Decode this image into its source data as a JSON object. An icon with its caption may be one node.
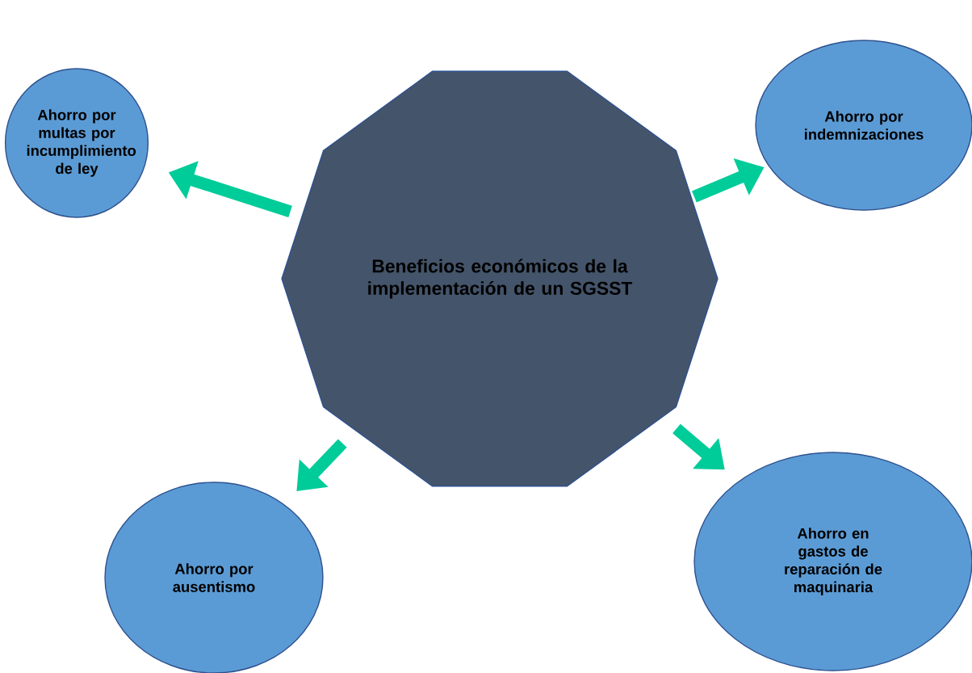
{
  "diagram": {
    "nodes": [
      {
        "text": [
          "Beneficios económicos de la implementación de un SGSST"
        ]
      },
      {
        "text": [
          "Ahorro por multas por incumplimiento de ley"
        ]
      },
      {
        "text": [
          "Ahorro por indemnizaciones"
        ]
      },
      {
        "text": [
          "Ahorro por ausentismo"
        ]
      },
      {
        "text": [
          "Ahorro en gastos de reparación de maquinaria"
        ]
      }
    ],
    "edges": [
      {
        "from": 0,
        "to": 1,
        "arrow": "to"
      },
      {
        "from": 0,
        "to": 2,
        "arrow": "to"
      },
      {
        "from": 0,
        "to": 3,
        "arrow": "to"
      },
      {
        "from": 0,
        "to": 4,
        "arrow": "to"
      }
    ]
  }
}
